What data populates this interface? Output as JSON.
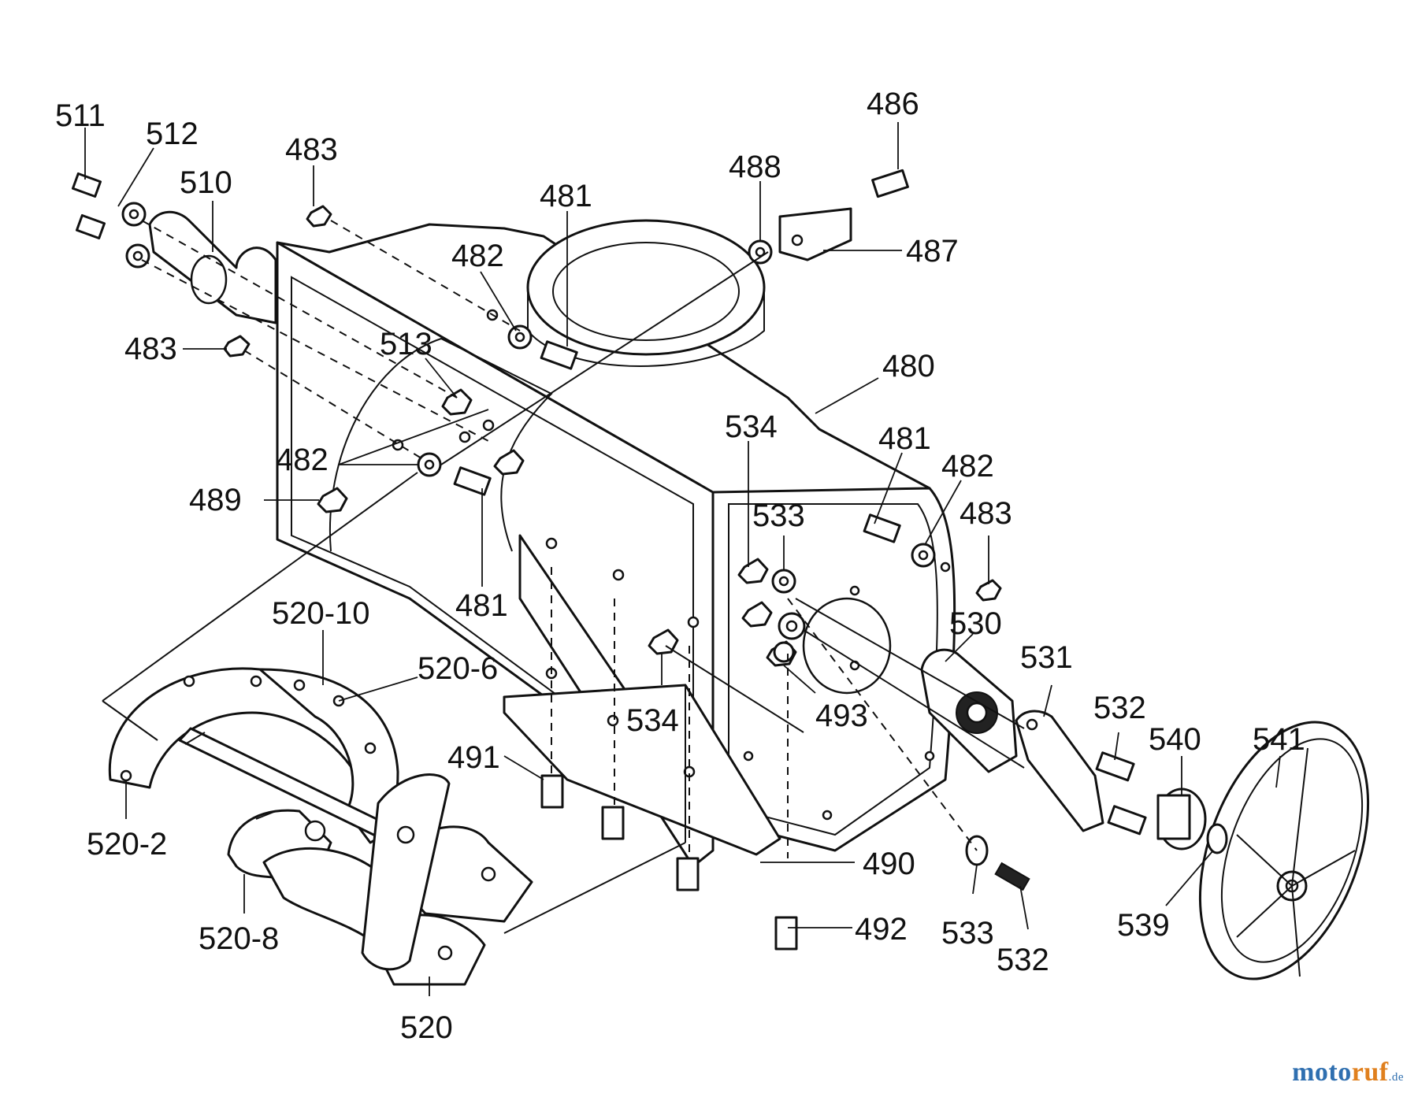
{
  "labels": {
    "l511": "511",
    "l512": "512",
    "l510": "510",
    "l483a": "483",
    "l486": "486",
    "l488": "488",
    "l481a": "481",
    "l487": "487",
    "l482a": "482",
    "l483b": "483",
    "l513": "513",
    "l480": "480",
    "l534a": "534",
    "l481b": "481",
    "l482b": "482",
    "l483c": "483",
    "l482c": "482",
    "l489": "489",
    "l533a": "533",
    "l481c": "481",
    "l530": "530",
    "l520_10": "520-10",
    "l531": "531",
    "l520_6": "520-6",
    "l534b": "534",
    "l493": "493",
    "l532a": "532",
    "l540": "540",
    "l541": "541",
    "l491": "491",
    "l520_2": "520-2",
    "l490": "490",
    "l492": "492",
    "l533b": "533",
    "l532b": "532",
    "l539": "539",
    "l520_8": "520-8",
    "l520": "520"
  },
  "brand": {
    "name_a": "moto",
    "name_b": "ruf",
    "suffix": ".de"
  },
  "colors": {
    "brand_blue": "#2f6fb0",
    "brand_orange": "#e0801e",
    "ink": "#111111"
  }
}
